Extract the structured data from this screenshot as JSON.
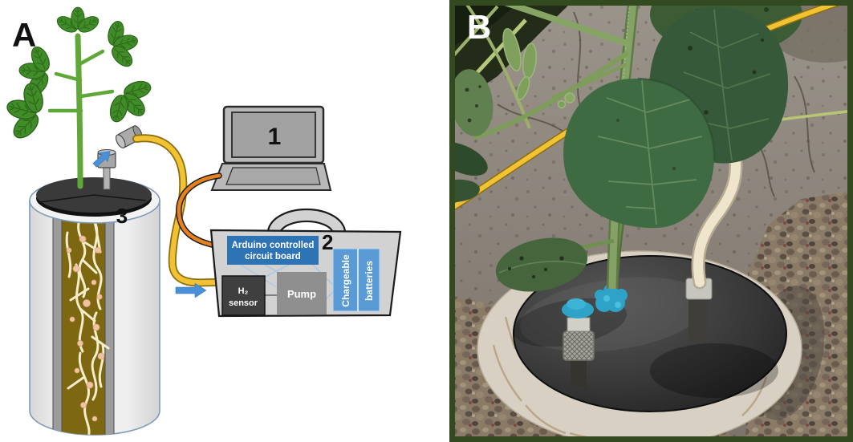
{
  "figure": {
    "panels": {
      "a": {
        "label": "A",
        "callouts": {
          "laptop": "1",
          "control_box": "2",
          "root_tube": "3"
        },
        "control_box": {
          "arduino_line1": "Arduino controlled",
          "arduino_line2": "circuit board",
          "h2_line1": "H₂",
          "h2_line2": "sensor",
          "pump": "Pump",
          "battery_line1": "Chargeable",
          "battery_line2": "batteries"
        }
      },
      "b": {
        "label": "B"
      }
    },
    "colors": {
      "arduino_blue": "#2e74b5",
      "battery_blue": "#5b9bd5",
      "sensor_dark": "#3f3f3f",
      "pump_gray": "#8f8f8f",
      "tube_yellow": "#f1c232",
      "cable_orange": "#e6811f",
      "arrow_blue": "#4a90d8",
      "leaf_green": "#3f8c28",
      "soil_brown": "#7d6710",
      "putty_teal": "#2fa3c7",
      "frame_green": "#33491f"
    }
  }
}
